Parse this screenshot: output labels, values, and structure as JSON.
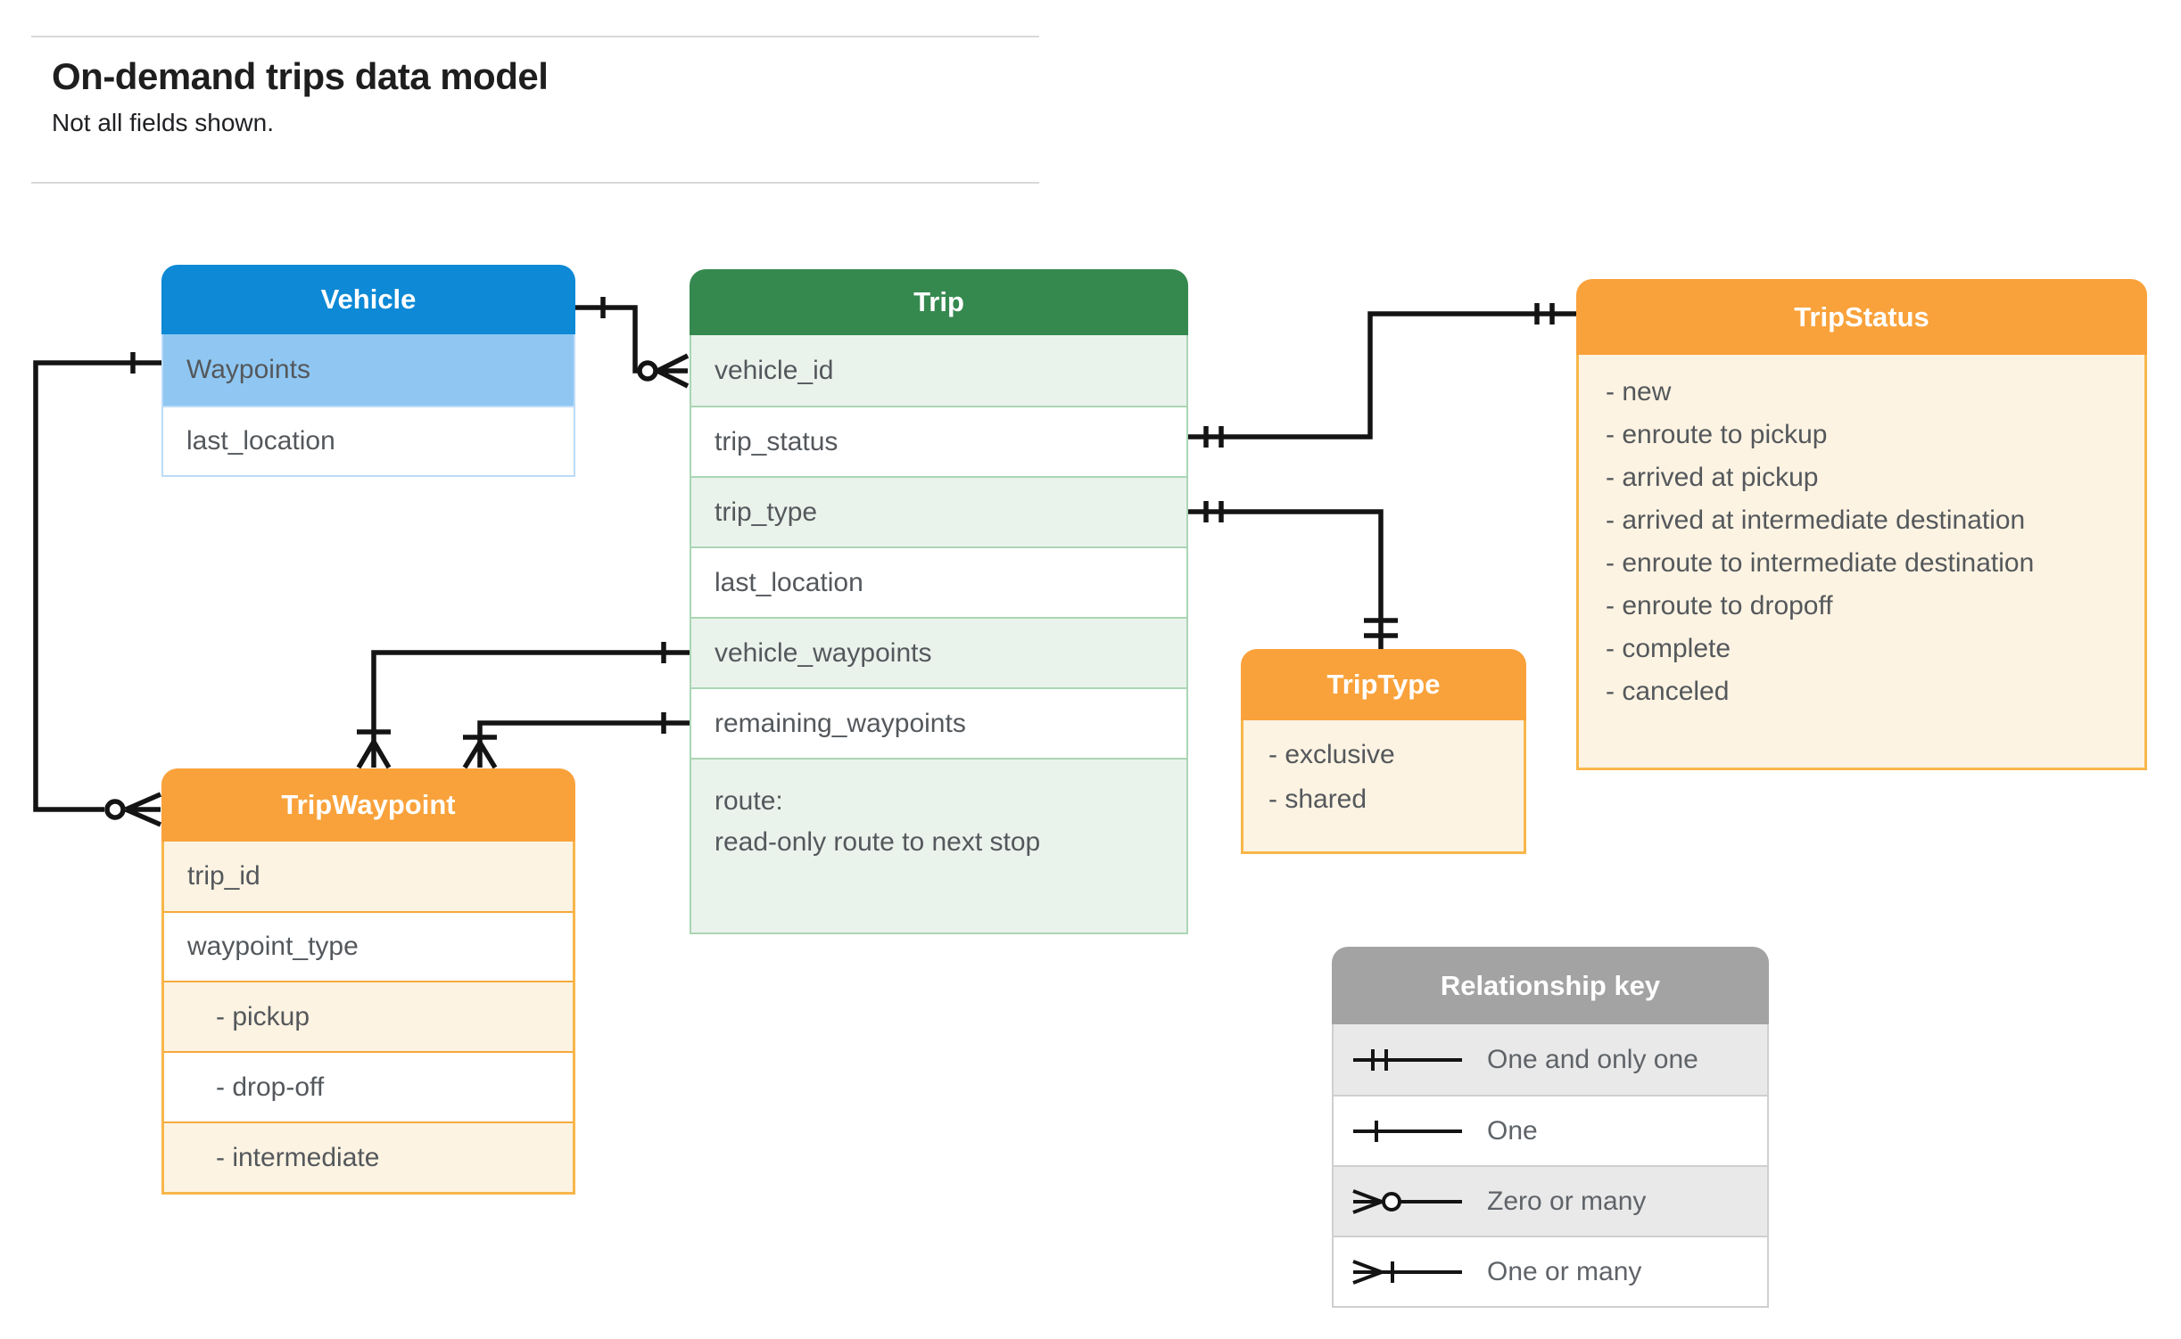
{
  "page": {
    "title": "On-demand trips data model",
    "subtitle": "Not all fields shown."
  },
  "tables": {
    "vehicle": {
      "title": "Vehicle",
      "rows": [
        "Waypoints",
        "last_location"
      ]
    },
    "trip": {
      "title": "Trip",
      "rows": [
        "vehicle_id",
        "trip_status",
        "trip_type",
        "last_location",
        "vehicle_waypoints",
        "remaining_waypoints"
      ],
      "route_note_line1": "route:",
      "route_note_line2": "read-only route to next stop"
    },
    "trip_status": {
      "title": "TripStatus",
      "items": [
        "- new",
        "- enroute to pickup",
        "- arrived at pickup",
        "- arrived at intermediate destination",
        "- enroute to intermediate destination",
        "- enroute to dropoff",
        "- complete",
        "- canceled"
      ]
    },
    "trip_type": {
      "title": "TripType",
      "items": [
        "- exclusive",
        "- shared"
      ]
    },
    "trip_waypoint": {
      "title": "TripWaypoint",
      "rows": [
        "trip_id",
        "waypoint_type",
        "- pickup",
        "- drop-off",
        "- intermediate"
      ]
    }
  },
  "legend": {
    "title": "Relationship key",
    "entries": [
      {
        "symbol": "one-and-only-one",
        "label": "One and only one"
      },
      {
        "symbol": "one",
        "label": "One"
      },
      {
        "symbol": "zero-or-many",
        "label": "Zero or many"
      },
      {
        "symbol": "one-or-many",
        "label": "One or many"
      }
    ]
  },
  "relationships": [
    {
      "from": "Vehicle",
      "to": "Trip.vehicle_id",
      "from_end": "one",
      "to_end": "zero-or-many"
    },
    {
      "from": "Trip.trip_status",
      "to": "TripStatus",
      "from_end": "one-and-only-one",
      "to_end": "one-and-only-one"
    },
    {
      "from": "Trip.trip_type",
      "to": "TripType",
      "from_end": "one-and-only-one",
      "to_end": "one-and-only-one"
    },
    {
      "from": "Trip.vehicle_waypoints",
      "to": "TripWaypoint",
      "from_end": "one",
      "to_end": "one-or-many"
    },
    {
      "from": "Trip.remaining_waypoints",
      "to": "TripWaypoint",
      "from_end": "one",
      "to_end": "one-or-many"
    },
    {
      "from": "Vehicle.Waypoints",
      "to": "TripWaypoint",
      "from_end": "one",
      "to_end": "zero-or-many"
    }
  ],
  "colors": {
    "vehicle_header": "#0d89d6",
    "vehicle_row": "#8fc7f2",
    "vehicle_border": "#bcdcf8",
    "trip_header": "#35894f",
    "trip_row_alt": "#e9f3ec",
    "trip_border": "#abd5b5",
    "enum_header": "#f9a23b",
    "enum_row_alt": "#fdf3e2",
    "enum_border": "#f6a93c",
    "key_header": "#a3a3a3",
    "key_row_alt": "#e9e9e9",
    "key_border": "#cfcfcf",
    "connector": "#141414",
    "row_text": "#54585c"
  }
}
